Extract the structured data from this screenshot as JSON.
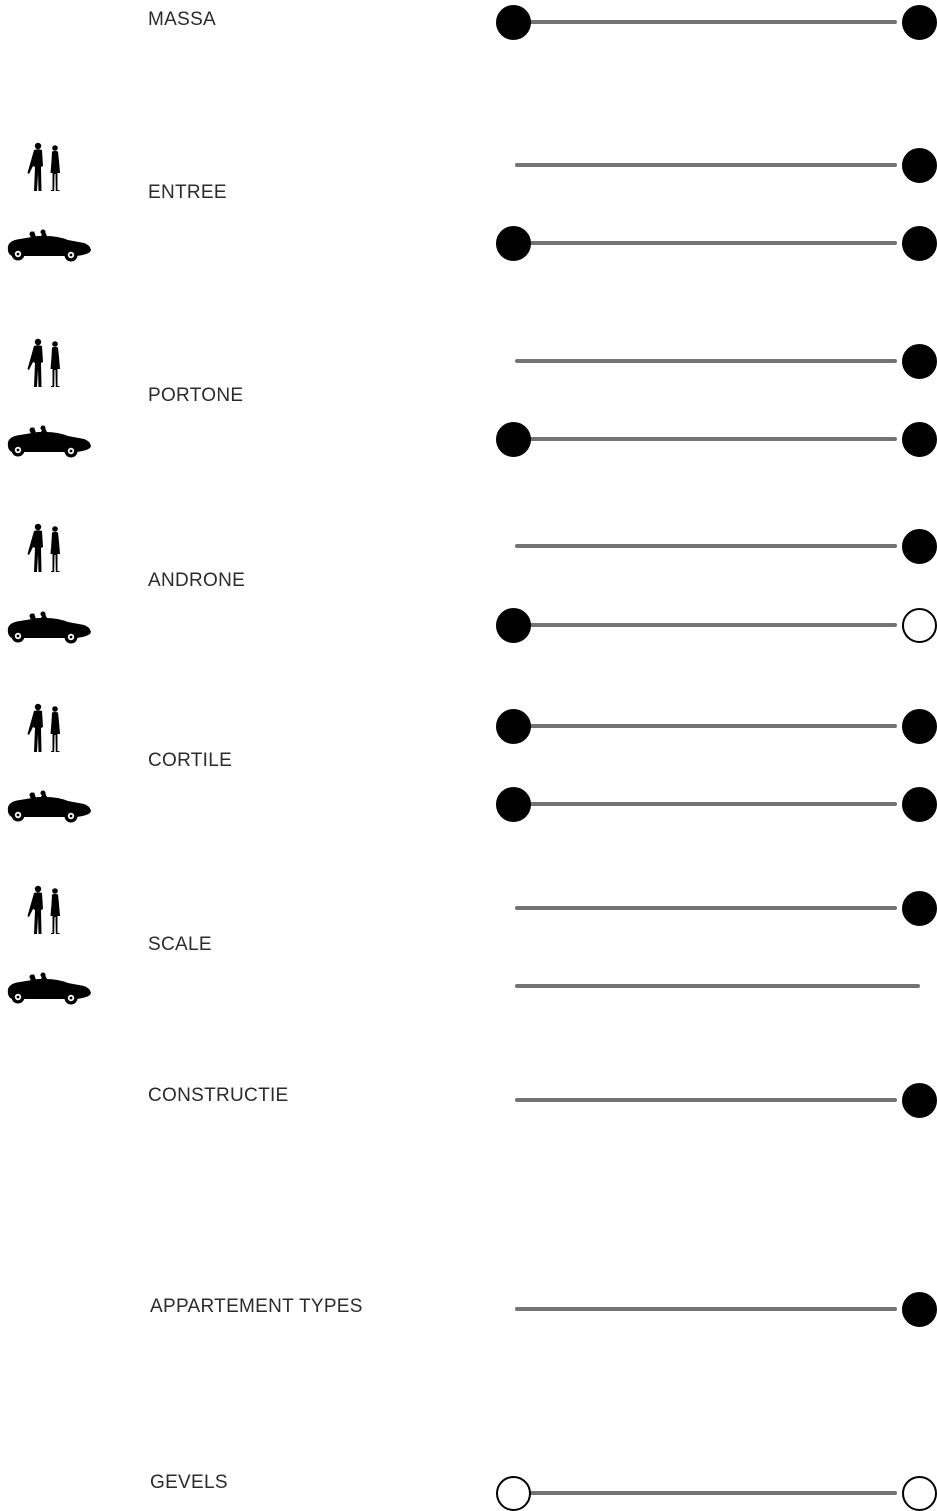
{
  "colors": {
    "line": "#737373",
    "dot": "#000000",
    "open_dot_fill": "#ffffff",
    "text": "#2b2b2b"
  },
  "sections": [
    {
      "id": "massa",
      "label": "MASSA",
      "rows": [
        {
          "icon": null,
          "left": "filled",
          "right": "filled"
        }
      ]
    },
    {
      "id": "entree",
      "label": "ENTREE",
      "rows": [
        {
          "icon": "pedestrians-icon",
          "left": null,
          "right": "filled"
        },
        {
          "icon": "car-icon",
          "left": "filled",
          "right": "filled"
        }
      ]
    },
    {
      "id": "portone",
      "label": "PORTONE",
      "rows": [
        {
          "icon": "pedestrians-icon",
          "left": null,
          "right": "filled"
        },
        {
          "icon": "car-icon",
          "left": "filled",
          "right": "filled"
        }
      ]
    },
    {
      "id": "androne",
      "label": "ANDRONE",
      "rows": [
        {
          "icon": "pedestrians-icon",
          "left": null,
          "right": "filled"
        },
        {
          "icon": "car-icon",
          "left": "filled",
          "right": "open"
        }
      ]
    },
    {
      "id": "cortile",
      "label": "CORTILE",
      "rows": [
        {
          "icon": "pedestrians-icon",
          "left": "filled",
          "right": "filled"
        },
        {
          "icon": "car-icon",
          "left": "filled",
          "right": "filled"
        }
      ]
    },
    {
      "id": "scale",
      "label": "SCALE",
      "rows": [
        {
          "icon": "pedestrians-icon",
          "left": null,
          "right": "filled"
        },
        {
          "icon": "car-icon",
          "left": null,
          "right": null
        }
      ]
    },
    {
      "id": "constructie",
      "label": "CONSTRUCTIE",
      "rows": [
        {
          "icon": null,
          "left": null,
          "right": "filled"
        }
      ]
    },
    {
      "id": "appartement-types",
      "label": "APPARTEMENT TYPES",
      "rows": [
        {
          "icon": null,
          "left": null,
          "right": "filled"
        }
      ]
    },
    {
      "id": "gevels",
      "label": "GEVELS",
      "rows": [
        {
          "icon": null,
          "left": "open",
          "right": "open"
        }
      ]
    }
  ]
}
